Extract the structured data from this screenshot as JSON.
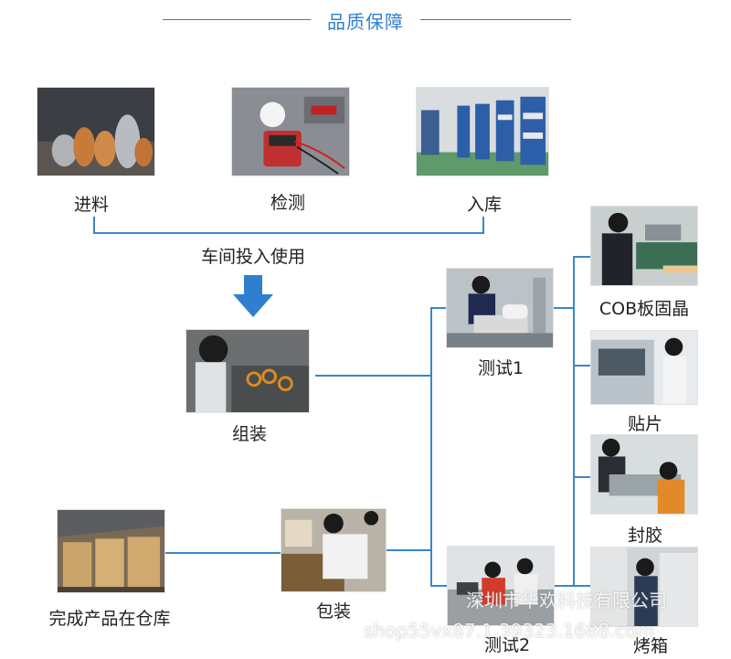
{
  "title": "品质保障",
  "steps": {
    "incoming": "进料",
    "inspection": "检测",
    "warehousing": "入库",
    "workshop": "车间投入使用",
    "assembly": "组装",
    "test1": "测试1",
    "cob": "COB板固晶",
    "smt": "贴片",
    "glue": "封胶",
    "packing": "包装",
    "test2": "测试2",
    "oven": "烤箱",
    "finished": "完成产品在仓库"
  },
  "watermark": {
    "company": "深圳市华欢科技有限公司",
    "shop": "shop55vx87.1.39323.1688.com"
  },
  "colors": {
    "accent": "#2f7fd0",
    "connector": "#3a86c8"
  }
}
